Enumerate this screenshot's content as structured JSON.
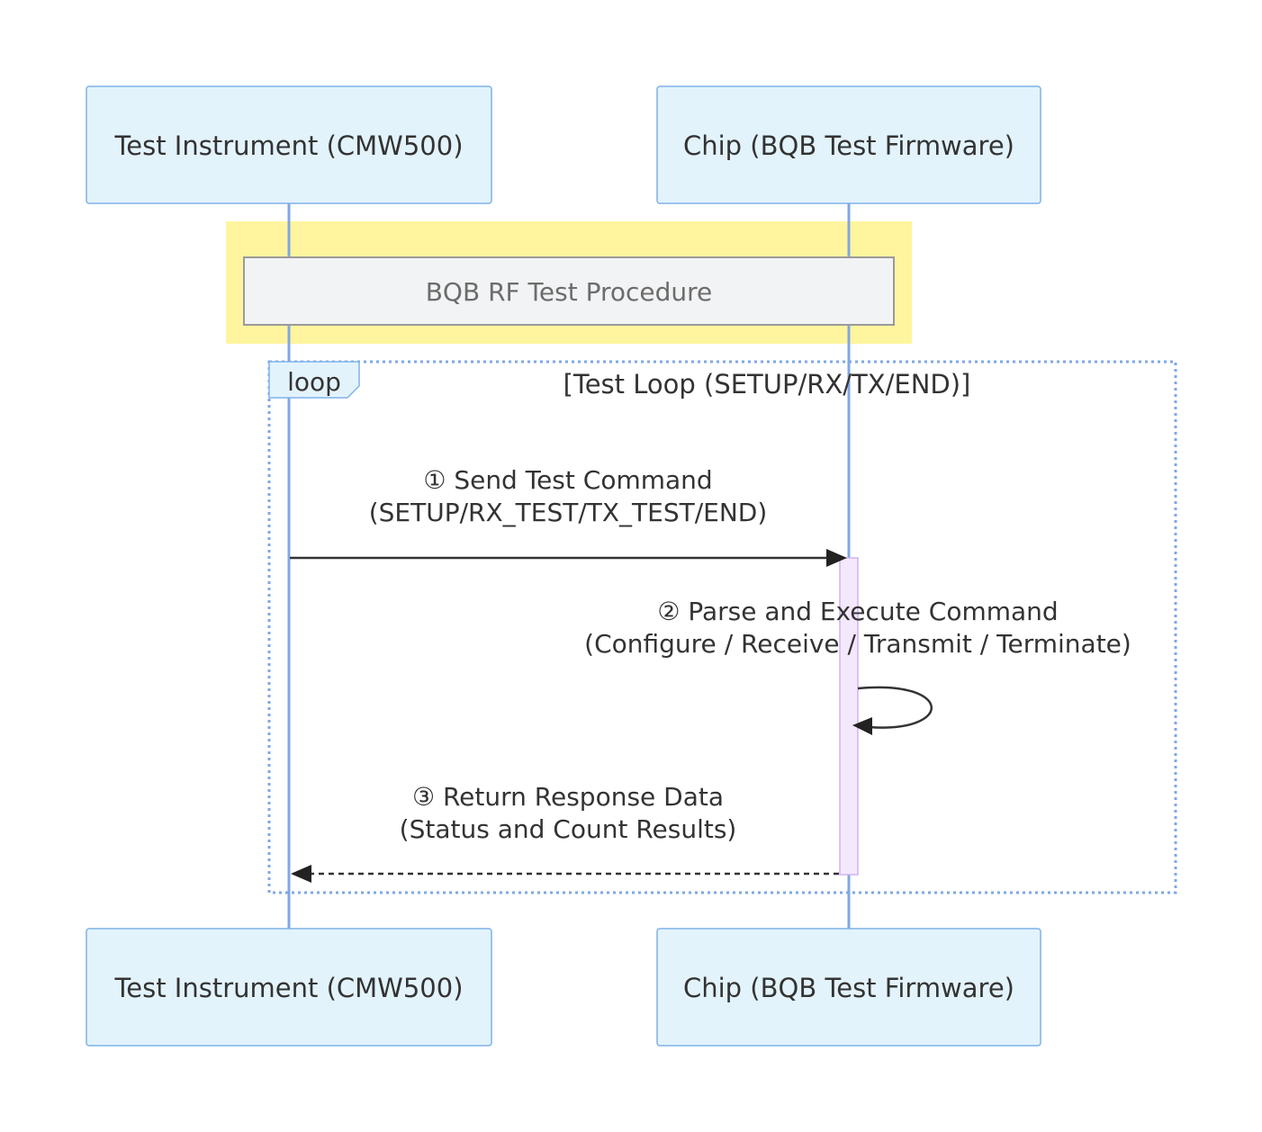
{
  "participants": {
    "instrument": "Test Instrument (CMW500)",
    "chip": "Chip (BQB Test Firmware)"
  },
  "note": {
    "text": "BQB RF Test Procedure"
  },
  "loop": {
    "label": "loop",
    "condition": "[Test Loop (SETUP/RX/TX/END)]"
  },
  "messages": [
    {
      "line1": "① Send Test Command",
      "line2": "(SETUP/RX_TEST/TX_TEST/END)"
    },
    {
      "line1": "② Parse and Execute Command",
      "line2": "(Configure / Receive / Transmit / Terminate)"
    },
    {
      "line1": "③ Return Response Data",
      "line2": "(Status and Count Results)"
    }
  ],
  "colors": {
    "actor_fill": "#e3f3fc",
    "actor_border": "#7fb1e8",
    "lifeline": "#7fa7e6",
    "note_highlight": "#fff59e",
    "note_fill": "#f2f3f5",
    "activation_fill": "#f4e8fd"
  }
}
